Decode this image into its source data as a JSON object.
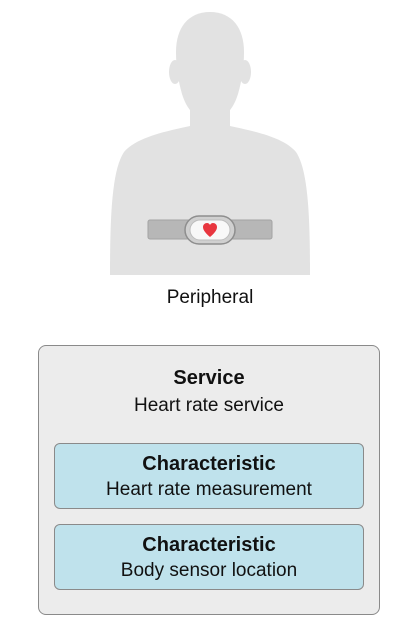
{
  "peripheral": {
    "label": "Peripheral",
    "icon": "heart-rate-chest-strap-icon",
    "heart_color": "#e8363f",
    "silhouette_color": "#e2e2e2"
  },
  "service": {
    "title": "Service",
    "name": "Heart rate service",
    "fill_color": "#ececec"
  },
  "characteristics": [
    {
      "title": "Characteristic",
      "name": "Heart rate measurement"
    },
    {
      "title": "Characteristic",
      "name": "Body sensor location"
    }
  ],
  "characteristic_fill_color": "#bfe2ec"
}
